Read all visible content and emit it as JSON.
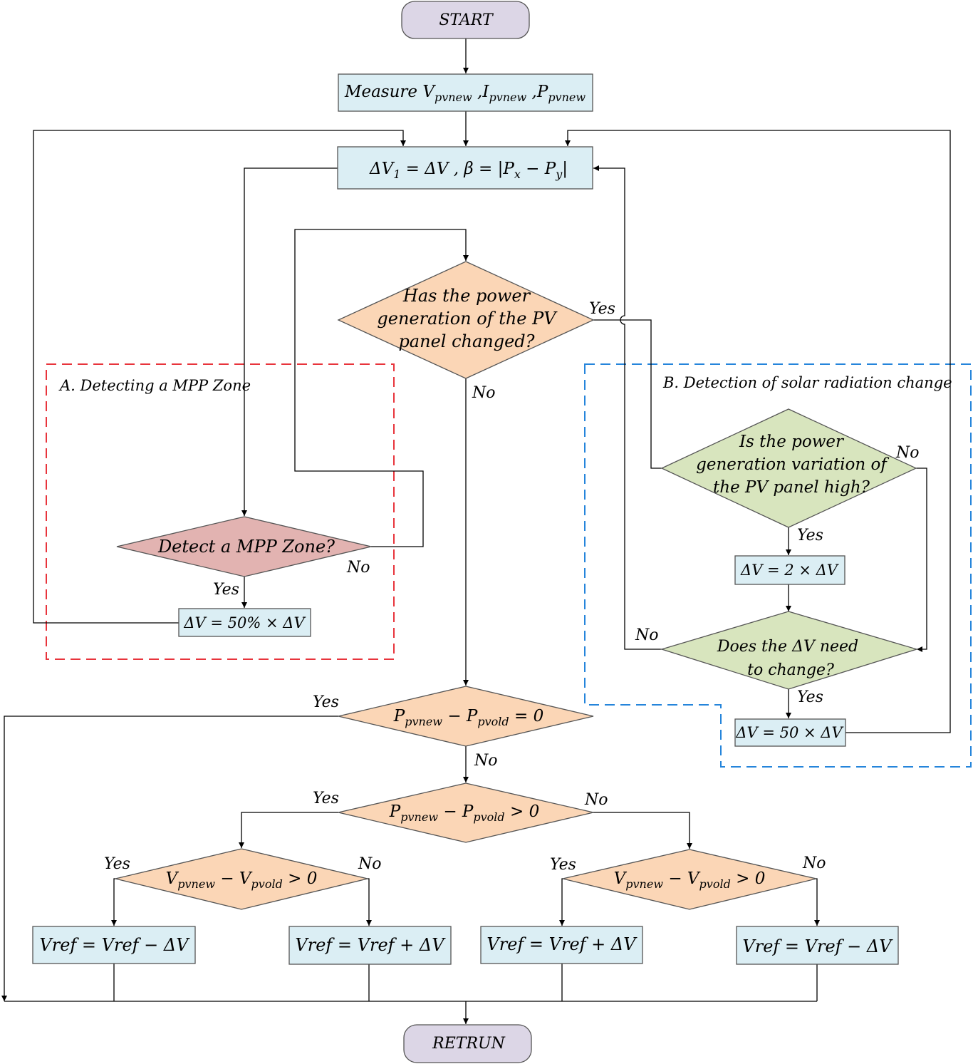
{
  "colors": {
    "terminal_fill": "#dcd6e6",
    "process_fill": "#dbeef4",
    "decision_fill": "#fbd6b6",
    "decision_mpp_fill": "#e2b3b1",
    "decision_radiation_fill": "#d8e5be",
    "zone_a_stroke": "#e8343c",
    "zone_b_stroke": "#2585db",
    "zone_a_text": "#e8343c",
    "zone_b_text": "#2585db"
  },
  "nodes": {
    "start": "START",
    "measure": [
      "Measure ",
      "V",
      "pvnew",
      " ,",
      "I",
      "pvnew",
      " ,",
      "P",
      "pvnew"
    ],
    "init": [
      "ΔV",
      "1",
      " = ΔV  ,  β = |P",
      "x",
      " − P",
      "y",
      "|"
    ],
    "power_changed": [
      "Has the power",
      "generation of the PV",
      "panel changed?"
    ],
    "detect_mpp": "Detect a MPP Zone?",
    "dv_half": "ΔV = 50% × ΔV",
    "variation_high": [
      "Is the power",
      "generation variation of",
      "the PV panel high?"
    ],
    "dv_double": "ΔV = 2 × ΔV",
    "dv_need_change": [
      "Does  the  ΔV  need",
      "to  change?"
    ],
    "dv_fifty": "ΔV = 50 × ΔV",
    "p_diff_zero": [
      "P",
      "pvnew",
      "  − P",
      "pvold",
      "  = 0"
    ],
    "p_diff_pos": [
      "P",
      "pvnew",
      "  − P",
      "pvold",
      "  > 0"
    ],
    "v_diff_pos_left": [
      "V",
      "pvnew",
      "  − V",
      "pvold",
      "  > 0"
    ],
    "v_diff_pos_right": [
      "V",
      "pvnew",
      "  − V",
      "pvold",
      "  > 0"
    ],
    "vref_1": "Vref = Vref − ΔV",
    "vref_2": "Vref = Vref + ΔV",
    "vref_3": "Vref = Vref + ΔV",
    "vref_4": "Vref = Vref − ΔV",
    "return": "RETRUN"
  },
  "zones": {
    "a_label": "A. Detecting a MPP Zone",
    "b_label": "B. Detection of solar radiation change"
  },
  "edge_labels": {
    "power_changed_yes": "Yes",
    "power_changed_no": "No",
    "detect_mpp_no": "No",
    "detect_mpp_yes": "Yes",
    "variation_no": "No",
    "variation_yes": "Yes",
    "need_change_no": "No",
    "need_change_yes": "Yes",
    "p_zero_yes": "Yes",
    "p_zero_no": "No",
    "p_pos_yes": "Yes",
    "p_pos_no": "No",
    "v_left_yes": "Yes",
    "v_left_no": "No",
    "v_right_yes": "Yes",
    "v_right_no": "No"
  }
}
